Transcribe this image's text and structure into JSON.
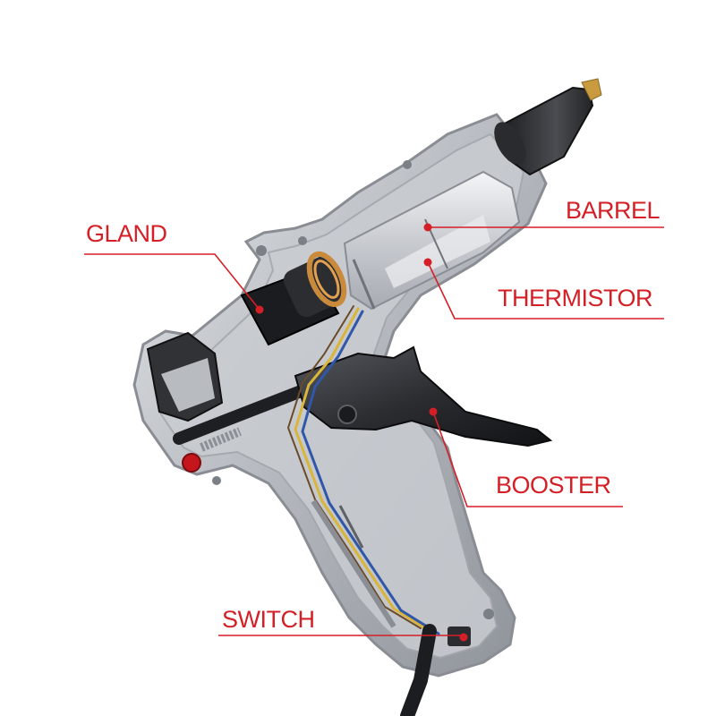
{
  "labels": {
    "gland": "GLAND",
    "barrel": "BARREL",
    "thermistor": "THERMISTOR",
    "booster": "BOOSTER",
    "switch": "SWITCH"
  },
  "colors": {
    "label": "#d51f26",
    "housing": "#9b9fa6",
    "housing_inner": "#c4c7cc",
    "trigger": "#2d2f33",
    "barrel": "#dfe1e5"
  }
}
